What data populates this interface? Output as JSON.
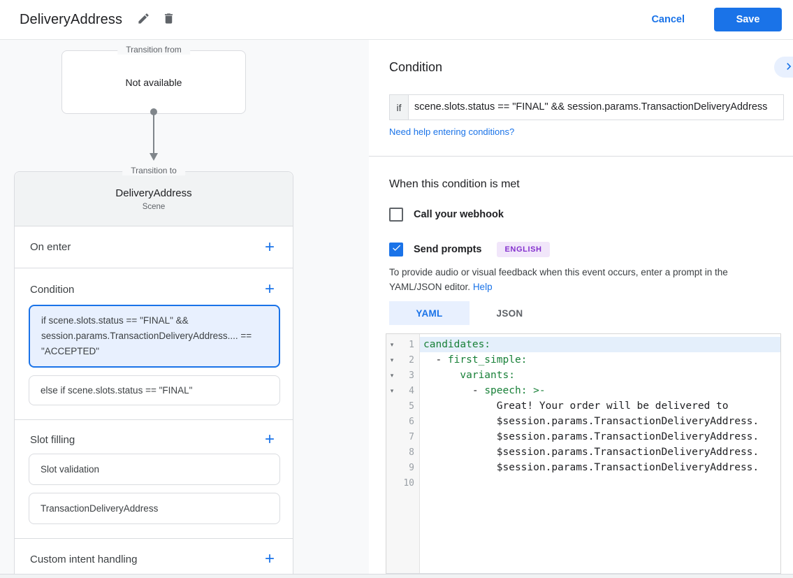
{
  "header": {
    "title": "DeliveryAddress",
    "cancel_label": "Cancel",
    "save_label": "Save"
  },
  "colors": {
    "accent_blue": "#1a73e8",
    "selection_blue_bg": "#e8f0fe",
    "yaml_key_green": "#188038",
    "badge_purple_text": "#8430ce",
    "badge_purple_bg": "#f1e6fa",
    "panel_gray": "#f8f9fa",
    "border_gray": "#dadce0"
  },
  "left_panel": {
    "transition_from": {
      "label": "Transition from",
      "value": "Not available"
    },
    "transition_to": {
      "label": "Transition to",
      "scene_name": "DeliveryAddress",
      "scene_type": "Scene"
    },
    "on_enter": {
      "label": "On enter"
    },
    "condition": {
      "label": "Condition",
      "selected_condition": "if scene.slots.status == \"FINAL\" && session.params.TransactionDeliveryAddress.... == \"ACCEPTED\"",
      "else_condition": "else if scene.slots.status == \"FINAL\""
    },
    "slot_filling": {
      "label": "Slot filling",
      "items": [
        "Slot validation",
        "TransactionDeliveryAddress"
      ]
    },
    "custom_intent": {
      "label": "Custom intent handling"
    }
  },
  "right_panel": {
    "condition_heading": "Condition",
    "if_label": "if",
    "condition_value": "scene.slots.status == \"FINAL\" && session.params.TransactionDeliveryAddress",
    "help_link": "Need help entering conditions?",
    "when_met_heading": "When this condition is met",
    "webhook_checkbox": {
      "label": "Call your webhook",
      "checked": false
    },
    "prompts_checkbox": {
      "label": "Send prompts",
      "checked": true,
      "badge": "ENGLISH"
    },
    "description": "To provide audio or visual feedback when this event occurs, enter a prompt in the YAML/JSON editor.",
    "description_link": "Help",
    "tabs": {
      "yaml": "YAML",
      "json": "JSON",
      "active": "YAML"
    },
    "editor": {
      "language": "yaml",
      "lines": [
        {
          "n": 1,
          "fold": true,
          "active": true,
          "tokens": [
            {
              "c": "key",
              "t": "candidates:"
            }
          ]
        },
        {
          "n": 2,
          "fold": true,
          "active": false,
          "tokens": [
            {
              "c": "plain",
              "t": "  - "
            },
            {
              "c": "key",
              "t": "first_simple:"
            }
          ]
        },
        {
          "n": 3,
          "fold": true,
          "active": false,
          "tokens": [
            {
              "c": "plain",
              "t": "      "
            },
            {
              "c": "key",
              "t": "variants:"
            }
          ]
        },
        {
          "n": 4,
          "fold": true,
          "active": false,
          "tokens": [
            {
              "c": "plain",
              "t": "        - "
            },
            {
              "c": "key",
              "t": "speech:"
            },
            {
              "c": "plain",
              "t": " "
            },
            {
              "c": "key",
              "t": ">-"
            }
          ]
        },
        {
          "n": 5,
          "fold": false,
          "active": false,
          "tokens": [
            {
              "c": "plain",
              "t": "            Great! Your order will be delivered to"
            }
          ]
        },
        {
          "n": 6,
          "fold": false,
          "active": false,
          "tokens": [
            {
              "c": "plain",
              "t": "            $session.params.TransactionDeliveryAddress."
            }
          ]
        },
        {
          "n": 7,
          "fold": false,
          "active": false,
          "tokens": [
            {
              "c": "plain",
              "t": "            $session.params.TransactionDeliveryAddress."
            }
          ]
        },
        {
          "n": 8,
          "fold": false,
          "active": false,
          "tokens": [
            {
              "c": "plain",
              "t": "            $session.params.TransactionDeliveryAddress."
            }
          ]
        },
        {
          "n": 9,
          "fold": false,
          "active": false,
          "tokens": [
            {
              "c": "plain",
              "t": "            $session.params.TransactionDeliveryAddress."
            }
          ]
        },
        {
          "n": 10,
          "fold": false,
          "active": false,
          "tokens": []
        }
      ]
    }
  }
}
